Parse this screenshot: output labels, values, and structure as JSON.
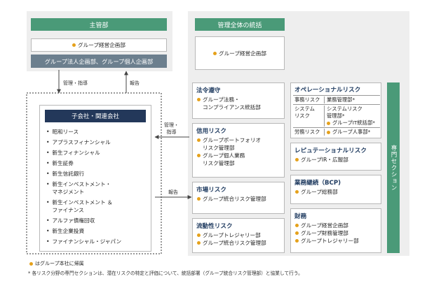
{
  "left": {
    "header": "主管部",
    "dept1": "グループ経営企画部",
    "dept2": "グループ法人企画部、グループ個人企画部",
    "down_label": "管理・指導",
    "up_label": "報告",
    "subsidiaries_header": "子会社・関連会社",
    "subsidiaries": [
      "昭和リース",
      "アプラスフィナンシャル",
      "新生フィナンシャル",
      "新生証券",
      "新生信託銀行",
      "新生インベストメント・\nマネジメント",
      "新生インベストメント ＆\nファイナンス",
      "アルファ債権回収",
      "新生企業投資",
      "ファイナンシャル・ジャパン"
    ]
  },
  "middle": {
    "header": "管理全体の統括",
    "overall_dept": "グループ経営企画部",
    "arrow_in_label": "管理・\n指導",
    "arrow_out_label": "報告",
    "compliance": {
      "title": "法令遵守",
      "items": [
        "グループ法務・\nコンプライアンス統括部"
      ]
    },
    "credit": {
      "title": "信用リスク",
      "items": [
        "グループポートフォリオ\nリスク管理部",
        "グループ個人業務\nリスク管理部"
      ]
    },
    "market": {
      "title": "市場リスク",
      "items": [
        "グループ統合リスク管理部"
      ]
    },
    "liquidity": {
      "title": "流動性リスク",
      "items": [
        "グループトレジャリー部",
        "グループ統合リスク管理部"
      ]
    }
  },
  "right": {
    "operational": {
      "title": "オペレーショナルリスク",
      "rows": [
        {
          "label": "事務リスク",
          "content": [
            "業務管理部*"
          ],
          "dots": [
            false
          ]
        },
        {
          "label": "システム\nリスク",
          "content": [
            "システムリスク\n管理部*",
            "グループIT統括部*"
          ],
          "dots": [
            false,
            true
          ]
        },
        {
          "label": "労務リスク",
          "content": [
            "グループ人事部*"
          ],
          "dots": [
            true
          ]
        }
      ]
    },
    "reputation": {
      "title": "レピュテーショナルリスク",
      "items": [
        "グループIR・広報部"
      ]
    },
    "bcp": {
      "title": "業務継続（BCP)",
      "items": [
        "グループ総務部"
      ]
    },
    "finance": {
      "title": "財務",
      "items": [
        "グループ経営企画部",
        "グループ財務管理部",
        "グループトレジャリー部"
      ]
    },
    "section_label": "専門セクション"
  },
  "notes": {
    "legend": "はグループ本社に帰属",
    "footnote": "* 各リスク分野の専門セクションは、潜在リスクの特定と評価について、統括部署（グループ統合リスク管理部）と協業して行う。"
  },
  "colors": {
    "green": "#4a9a78",
    "navy": "#23385a",
    "slate": "#6c7f8e",
    "dot": "#e5a11b",
    "grey_bg": "#eeeeee"
  }
}
